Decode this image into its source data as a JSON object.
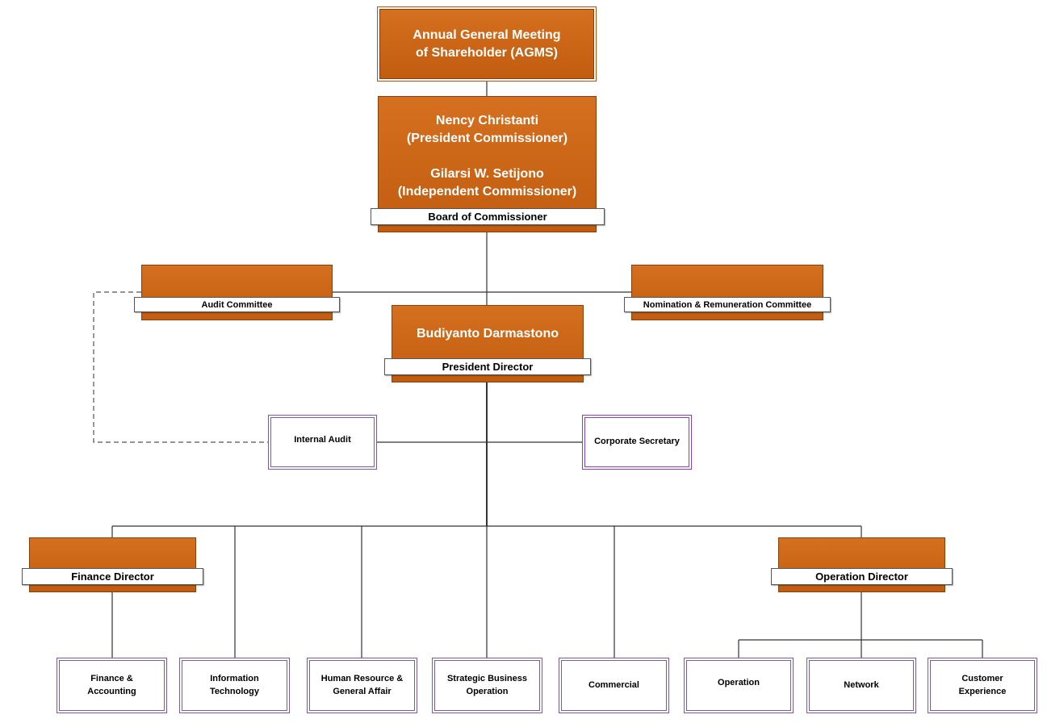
{
  "agms": {
    "line1": "Annual General Meeting",
    "line2": "of Shareholder (AGMS)"
  },
  "board": {
    "person1": "Nency Christanti",
    "role1": "(President Commissioner)",
    "person2": "Gilarsi W. Setijono",
    "role2": "(Independent Commissioner)",
    "label": "Board of Commissioner"
  },
  "audit_committee": {
    "label": "Audit Committee"
  },
  "nomination_committee": {
    "label": "Nomination & Remuneration Committee"
  },
  "president_director": {
    "name": "Budiyanto Darmastono",
    "label": "President Director"
  },
  "internal_audit": {
    "label": "Internal Audit"
  },
  "corporate_secretary": {
    "label": "Corporate Secretary"
  },
  "finance_director": {
    "label": "Finance Director"
  },
  "operation_director": {
    "label": "Operation Director"
  },
  "units": {
    "finance_accounting": {
      "line1": "Finance &",
      "line2": "Accounting"
    },
    "information_technology": {
      "line1": "Information",
      "line2": "Technology"
    },
    "hr_general_affair": {
      "line1": "Human Resource &",
      "line2": "General Affair"
    },
    "strategic_business": {
      "line1": "Strategic Business",
      "line2": "Operation"
    },
    "commercial": {
      "label": "Commercial"
    },
    "operation": {
      "label": "Operation"
    },
    "network": {
      "label": "Network"
    },
    "customer_experience": {
      "line1": "Customer",
      "line2": "Experience"
    }
  },
  "colors": {
    "box_fill": "#c8651a",
    "unit_border": "#7b5aa0",
    "line": "#333333"
  }
}
